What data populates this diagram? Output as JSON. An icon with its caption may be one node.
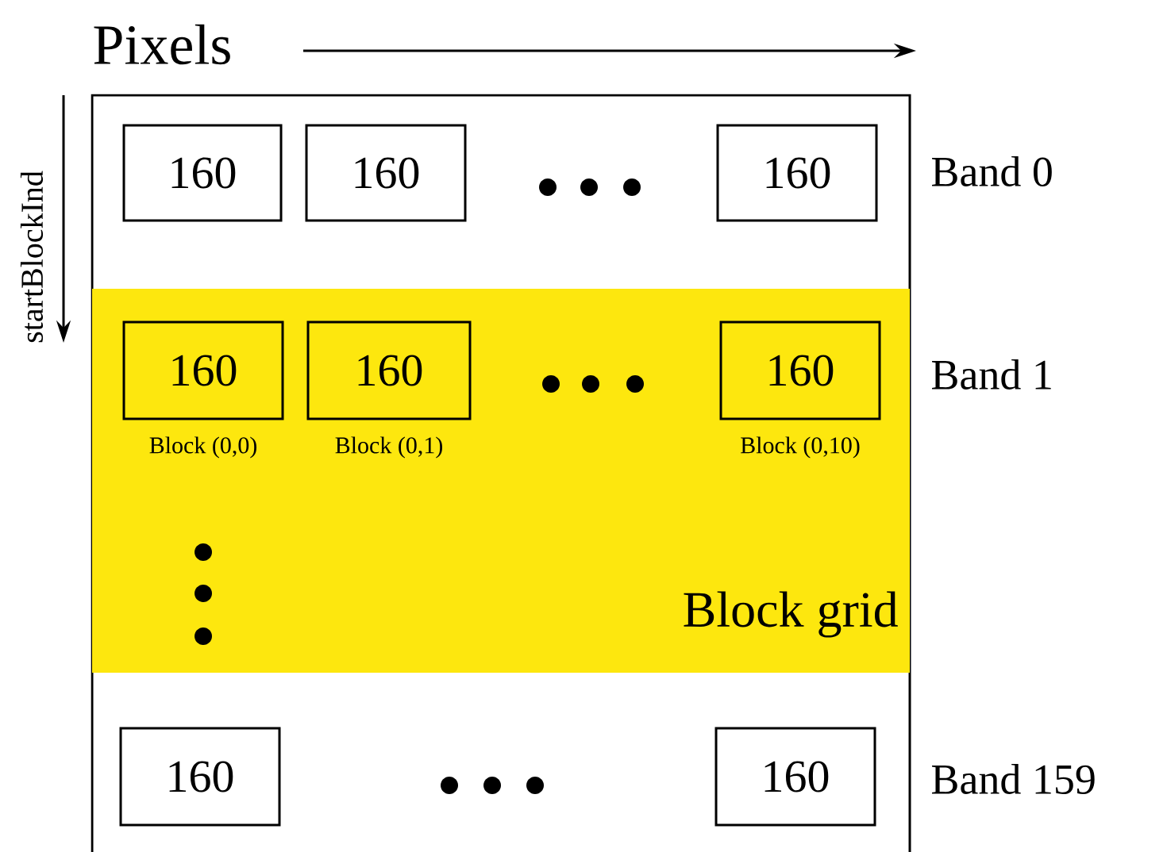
{
  "diagram": {
    "nodes": [
      {
        "text": [],
        "shape": "box"
      },
      {
        "text": [
          "160"
        ],
        "in": 0
      },
      {
        "text": [
          "160"
        ],
        "in": 0
      },
      {
        "text": [
          "160"
        ],
        "in": 0
      },
      {
        "text": [
          "Block grid"
        ],
        "in": 0
      },
      {
        "text": [
          "160"
        ],
        "in": 4,
        "beside": [
          "Block (0,0)"
        ]
      },
      {
        "text": [
          "160"
        ],
        "in": 4,
        "beside": [
          "Block (0,1)"
        ]
      },
      {
        "text": [
          "160"
        ],
        "in": 4,
        "beside": [
          "Block (0,10)"
        ]
      },
      {
        "text": [
          "160"
        ],
        "in": 0
      },
      {
        "text": [
          "160"
        ],
        "in": 0
      }
    ],
    "labels": [
      "Pixels",
      "startBlockInd",
      "Band 0",
      "Band 1",
      "Band 159"
    ]
  }
}
